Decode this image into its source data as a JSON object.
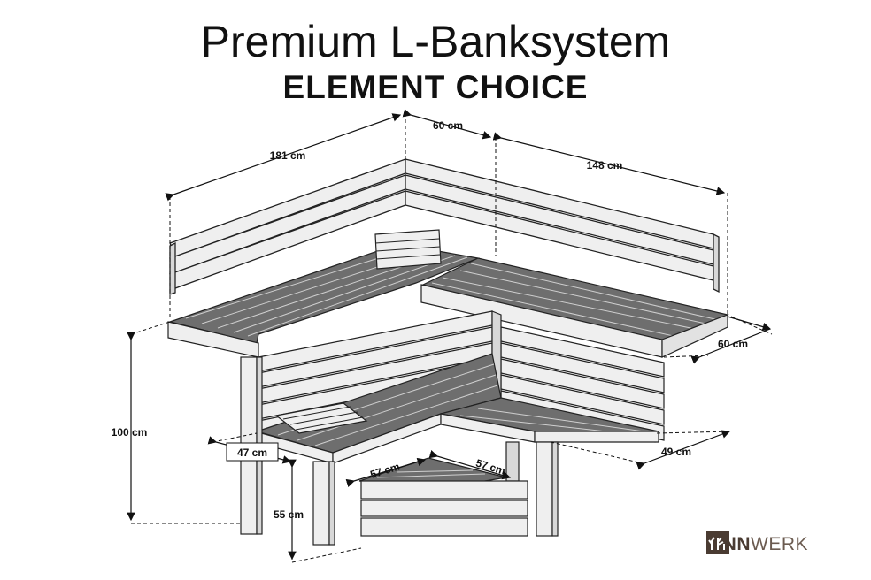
{
  "header": {
    "title": "Premium L-Banksystem",
    "subtitle": "ELEMENT CHOICE"
  },
  "dimensions": {
    "left_length": "181 cm",
    "corner_depth": "60 cm",
    "right_length": "148 cm",
    "upper_depth_right": "60 cm",
    "total_height": "100 cm",
    "lower_depth_left": "47 cm",
    "lower_depth_right": "49 cm",
    "corner_left": "57 cm",
    "corner_right": "57 cm",
    "lower_height": "55 cm"
  },
  "brand": {
    "name_bold": "FINN",
    "name_light": "WERK",
    "colors": {
      "dark": "#4a3b32",
      "accent": "#8b3b20"
    }
  },
  "colors": {
    "wood_light": "#efefef",
    "wood_dark": "#6e6e6e",
    "outline": "#222222"
  }
}
